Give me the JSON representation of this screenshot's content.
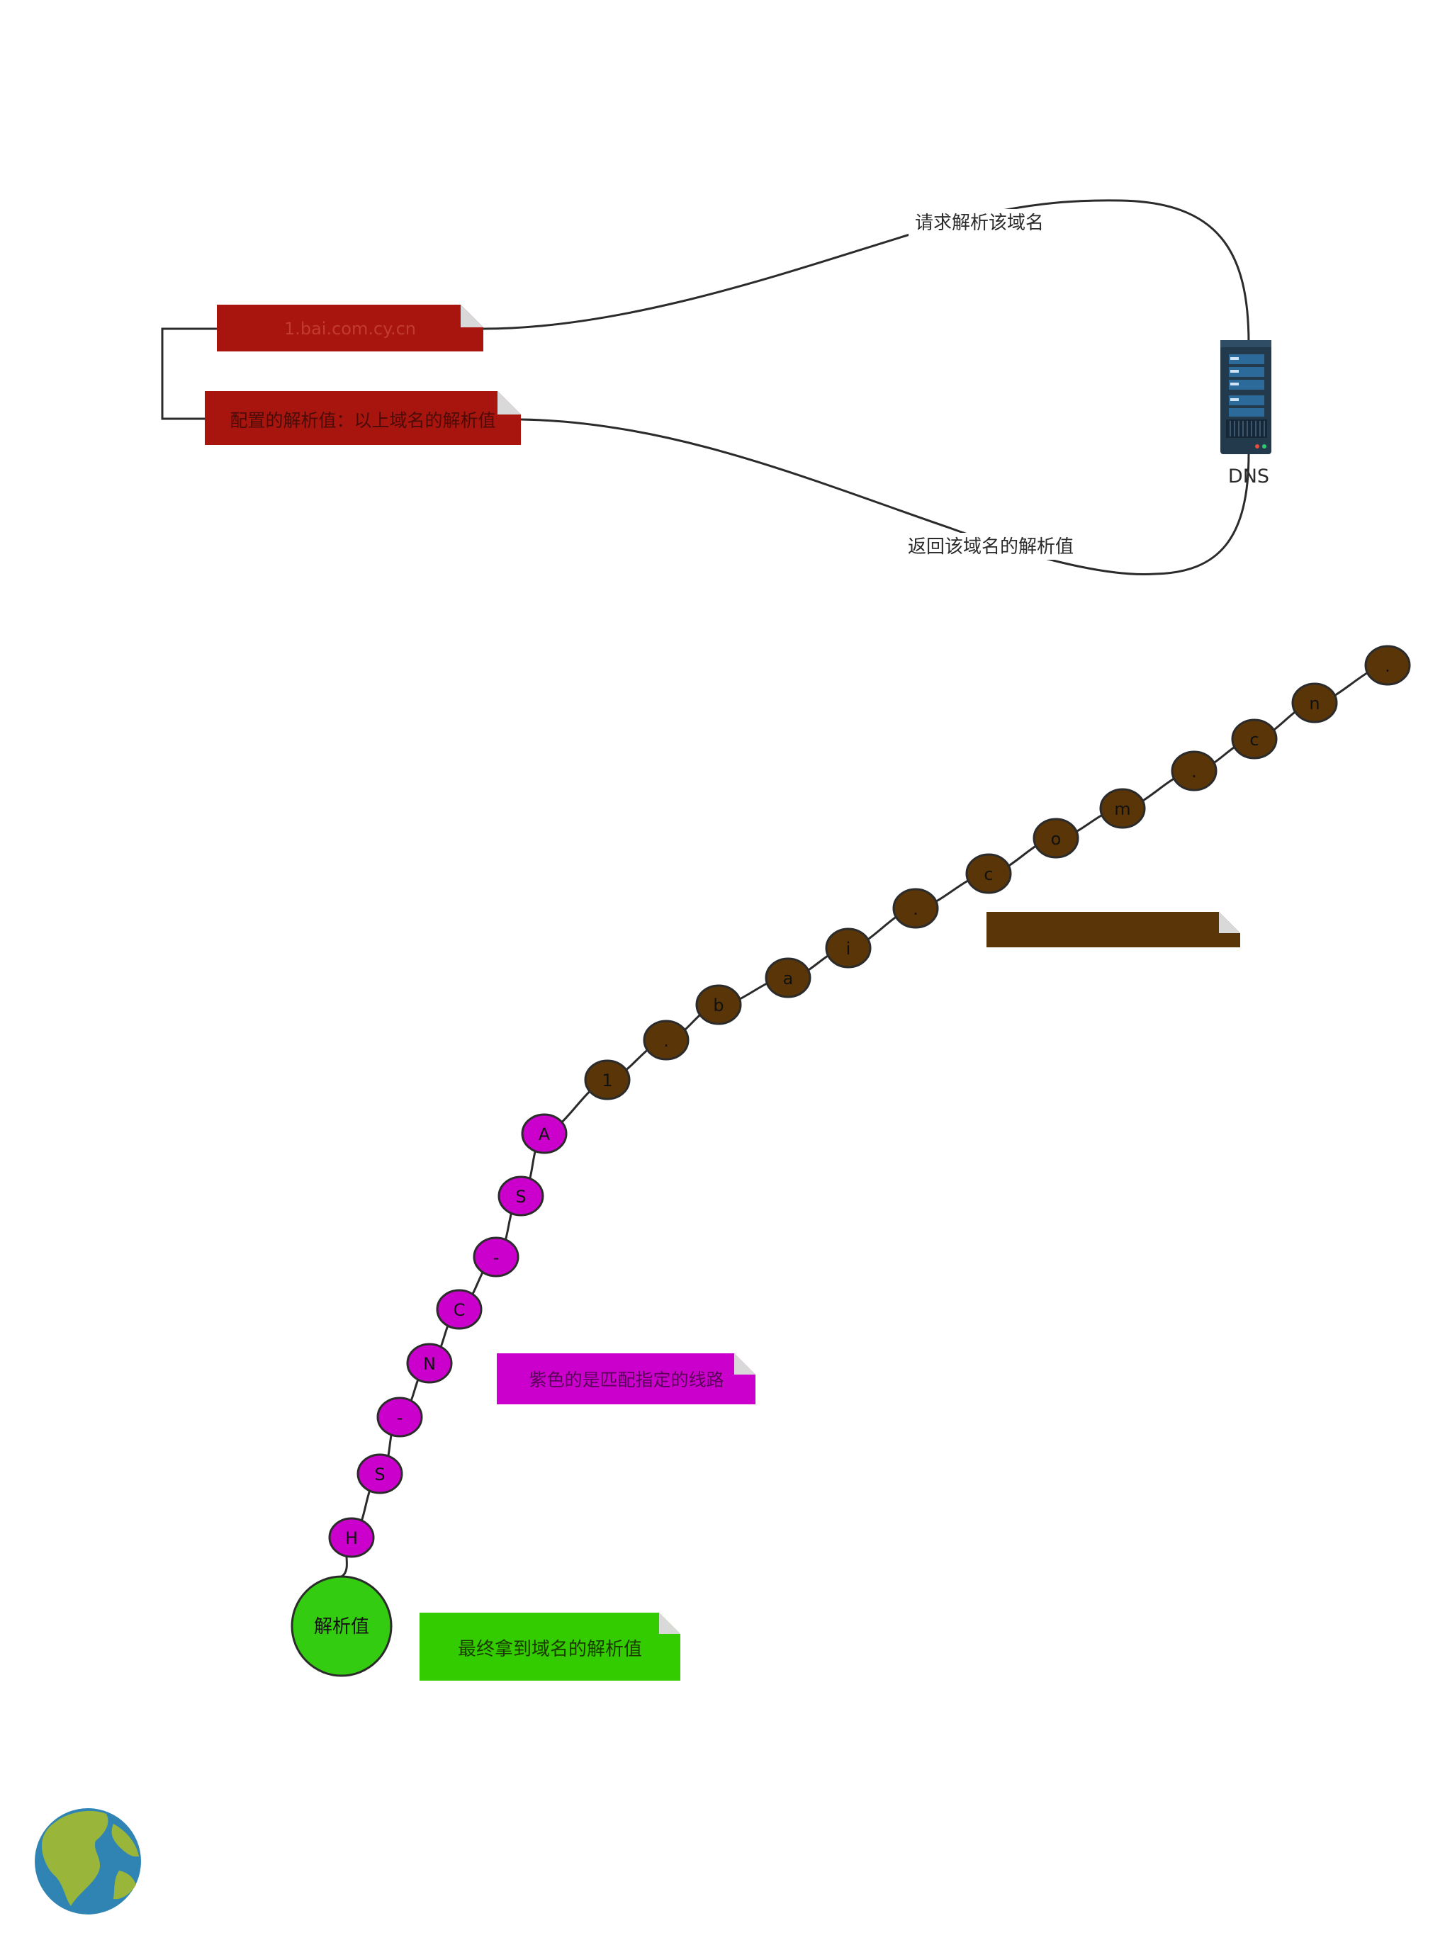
{
  "nodes": {
    "domain_note": {
      "text": "1.bai.com.cy.cn",
      "color": "#a8150f"
    },
    "value_note": {
      "text": "配置的解析值：以上域名的解析值",
      "color": "#a8150f"
    },
    "dns_label": "DNS",
    "brown_note": {
      "text": "",
      "color": "#5a3508"
    },
    "purple_note": {
      "text": "紫色的是匹配指定的线路",
      "color": "#cc00cc"
    },
    "green_note": {
      "text": "最终拿到域名的解析值",
      "color": "#33cc00"
    },
    "result_circle": {
      "text": "解析值",
      "color": "#33cc11"
    }
  },
  "edges": {
    "request_label": "请求解析该域名",
    "response_label": "返回该域名的解析值"
  },
  "beads": {
    "domain_color": "#5a3508",
    "line_color": "#cc00cc",
    "domain_chars": [
      "1",
      ".",
      "b",
      "a",
      "i",
      ".",
      "c",
      "o",
      "m",
      ".",
      "c",
      "n",
      "."
    ],
    "line_chars": [
      "A",
      "S",
      "-",
      "C",
      "N",
      "-",
      "S",
      "H"
    ]
  },
  "icons": {
    "server": "server-icon",
    "globe": "globe-icon"
  }
}
